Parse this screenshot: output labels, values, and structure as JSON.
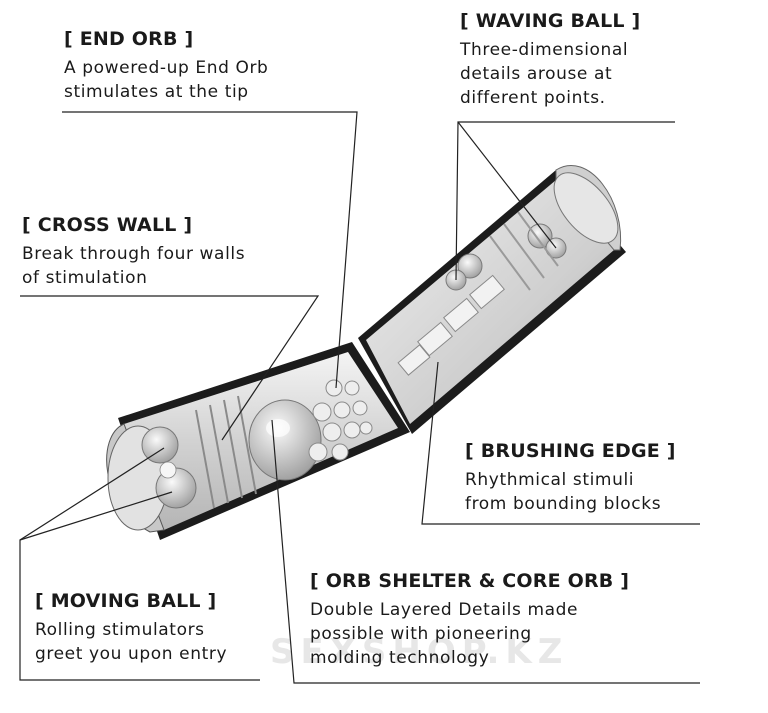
{
  "callouts": {
    "end_orb": {
      "title": "[ END ORB ]",
      "line1": "A powered-up End Orb",
      "line2": "stimulates at the tip"
    },
    "waving_ball": {
      "title": "[ WAVING BALL ]",
      "line1": "Three-dimensional",
      "line2": "details arouse at",
      "line3": "different points."
    },
    "cross_wall": {
      "title": "[ CROSS WALL ]",
      "line1": "Break through four walls",
      "line2": "of stimulation"
    },
    "brushing_edge": {
      "title": "[ BRUSHING EDGE ]",
      "line1": "Rhythmical stimuli",
      "line2": "from bounding blocks"
    },
    "orb_shelter": {
      "title": "[ ORB SHELTER & CORE ORB ]",
      "line1": "Double Layered Details made",
      "line2": "possible with pioneering",
      "line3": "molding technology"
    },
    "moving_ball": {
      "title": "[ MOVING BALL ]",
      "line1": "Rolling stimulators",
      "line2": "greet you upon entry"
    }
  },
  "watermark": "SEXSHOP.KZ",
  "colors": {
    "text": "#1a1a1a",
    "lines": "#222222",
    "case_dark": "#1c1c1c",
    "case_light": "#d9d9d9"
  }
}
